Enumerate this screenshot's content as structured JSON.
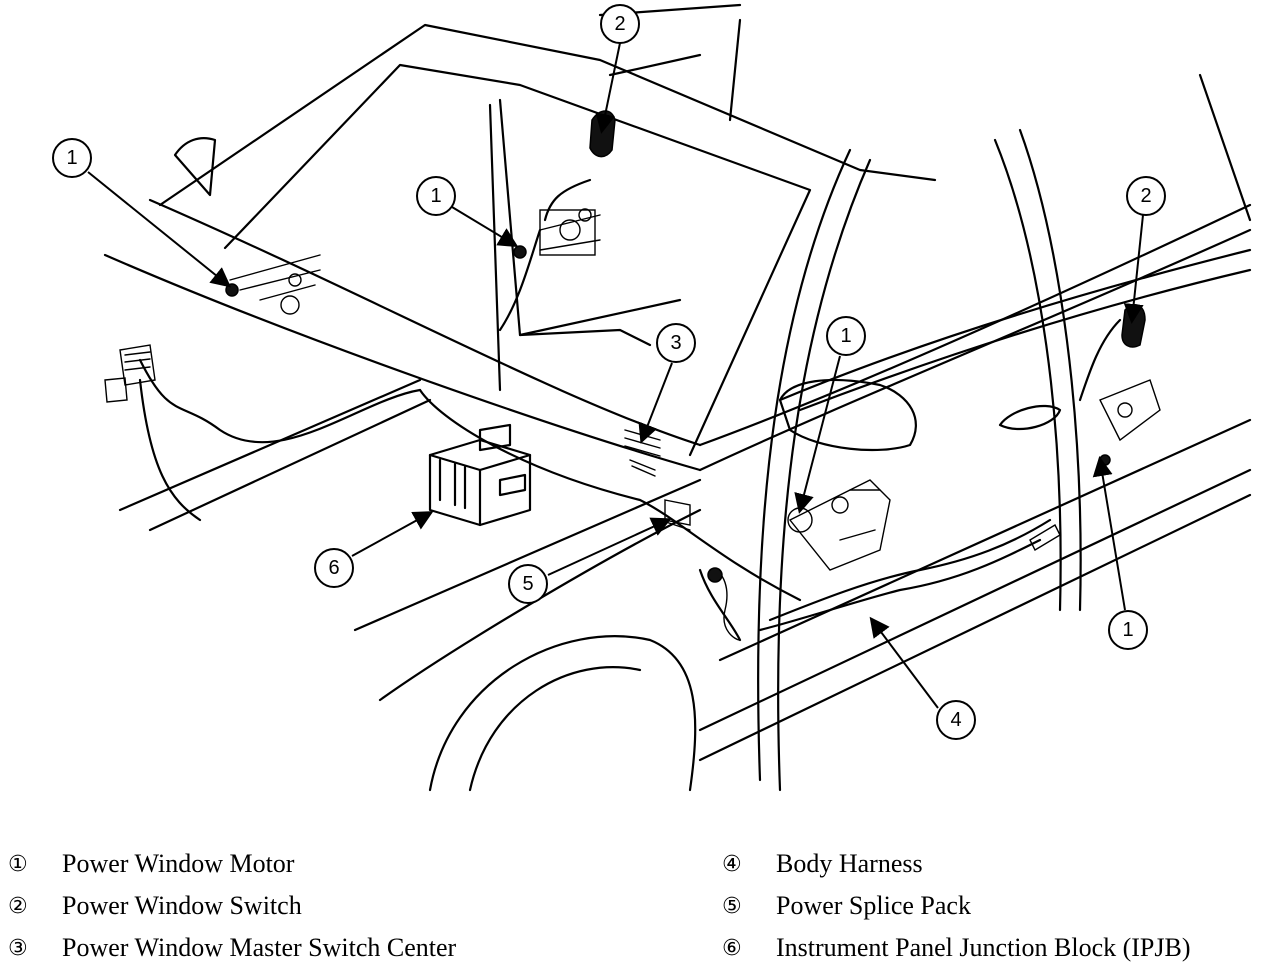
{
  "callouts": [
    "1",
    "1",
    "1",
    "1",
    "2",
    "2",
    "3",
    "4",
    "5",
    "6"
  ],
  "legend": [
    {
      "num": "①",
      "label": "Power Window Motor"
    },
    {
      "num": "②",
      "label": "Power Window Switch"
    },
    {
      "num": "③",
      "label": "Power Window Master Switch Center"
    },
    {
      "num": "④",
      "label": "Body Harness"
    },
    {
      "num": "⑤",
      "label": "Power Splice Pack"
    },
    {
      "num": "⑥",
      "label": "Instrument Panel Junction Block (IPJB)"
    }
  ]
}
